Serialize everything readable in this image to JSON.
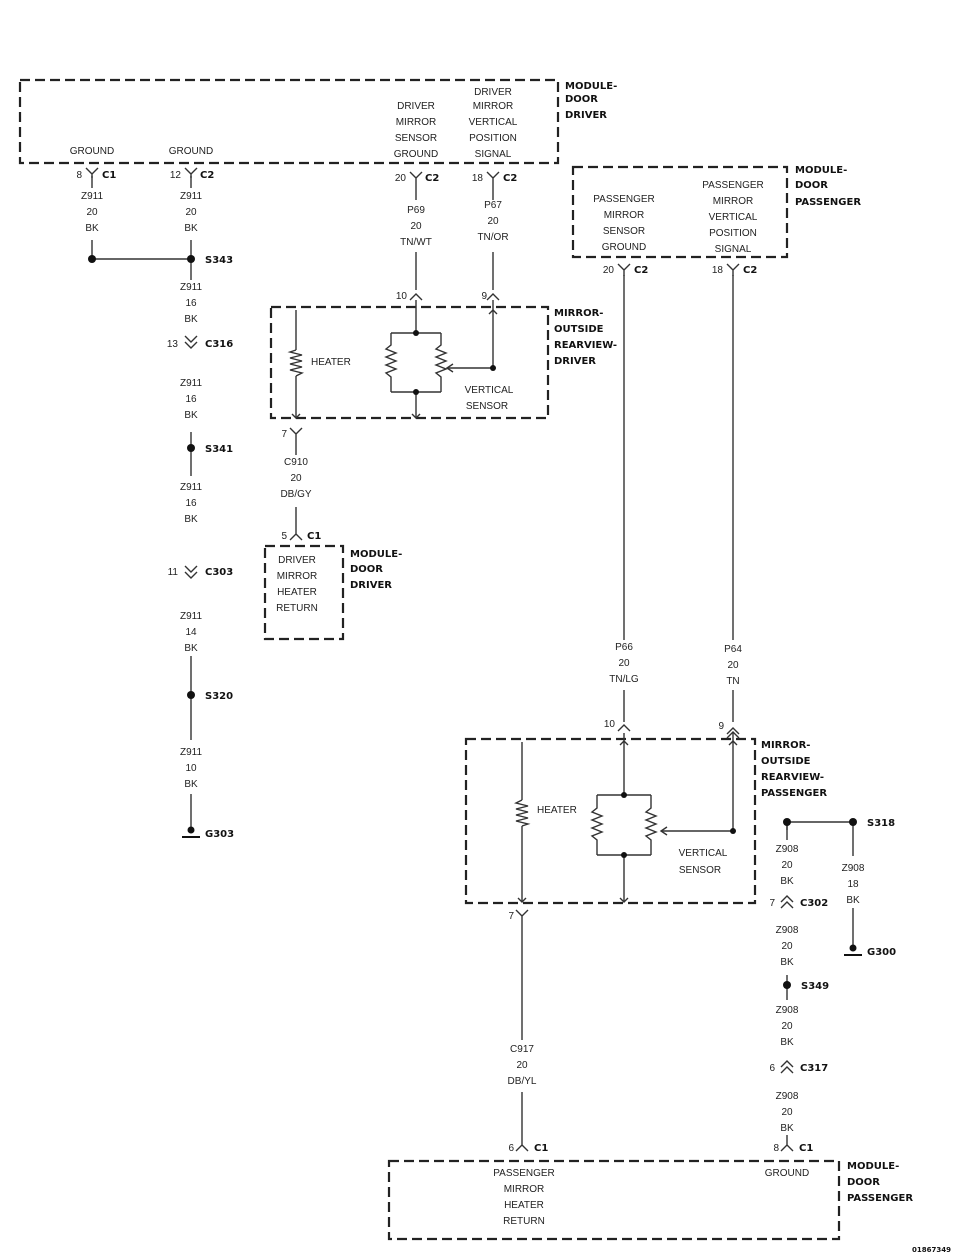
{
  "modules": {
    "door_driver_top": {
      "title": [
        "MODULE-",
        "DOOR",
        "DRIVER"
      ],
      "pins": {
        "ground1": "GROUND",
        "ground2": "GROUND",
        "sensor_ground": [
          "DRIVER",
          "MIRROR",
          "SENSOR",
          "GROUND"
        ],
        "vertical_signal": [
          "DRIVER",
          "MIRROR",
          "VERTICAL",
          "POSITION",
          "SIGNAL"
        ]
      }
    },
    "door_passenger_top": {
      "title": [
        "MODULE-",
        "DOOR",
        "PASSENGER"
      ],
      "pins": {
        "sensor_ground": [
          "PASSENGER",
          "MIRROR",
          "SENSOR",
          "GROUND"
        ],
        "vertical_signal": [
          "PASSENGER",
          "MIRROR",
          "VERTICAL",
          "POSITION",
          "SIGNAL"
        ]
      }
    },
    "door_driver_heater": {
      "title": [
        "MODULE-",
        "DOOR",
        "DRIVER"
      ],
      "pins": {
        "heater_return": [
          "DRIVER",
          "MIRROR",
          "HEATER",
          "RETURN"
        ]
      }
    },
    "door_passenger_bottom": {
      "title": [
        "MODULE-",
        "DOOR",
        "PASSENGER"
      ],
      "pins": {
        "heater_return": [
          "PASSENGER",
          "MIRROR",
          "HEATER",
          "RETURN"
        ],
        "ground": "GROUND"
      }
    }
  },
  "mirrors": {
    "driver": {
      "title": [
        "MIRROR-",
        "OUTSIDE",
        "REARVIEW-",
        "DRIVER"
      ],
      "heater": "HEATER",
      "sensor": [
        "VERTICAL",
        "SENSOR"
      ],
      "pins": {
        "sensor_ground": "10",
        "signal": "9",
        "heater": "7"
      }
    },
    "passenger": {
      "title": [
        "MIRROR-",
        "OUTSIDE",
        "REARVIEW-",
        "PASSENGER"
      ],
      "heater": "HEATER",
      "sensor": [
        "VERTICAL",
        "SENSOR"
      ],
      "pins": {
        "sensor_ground": "10",
        "signal": "9",
        "heater": "7"
      }
    }
  },
  "connectors": {
    "c1_8": {
      "pin": "8",
      "name": "C1"
    },
    "c2_12": {
      "pin": "12",
      "name": "C2"
    },
    "c2_20_driver": {
      "pin": "20",
      "name": "C2"
    },
    "c2_18_driver": {
      "pin": "18",
      "name": "C2"
    },
    "c2_20_pass": {
      "pin": "20",
      "name": "C2"
    },
    "c2_18_pass": {
      "pin": "18",
      "name": "C2"
    },
    "c316": {
      "pin": "13",
      "name": "C316"
    },
    "c303": {
      "pin": "11",
      "name": "C303"
    },
    "c1_5": {
      "pin": "5",
      "name": "C1"
    },
    "c302": {
      "pin": "7",
      "name": "C302"
    },
    "c317": {
      "pin": "6",
      "name": "C317"
    },
    "c1_6": {
      "pin": "6",
      "name": "C1"
    },
    "c1_8b": {
      "pin": "8",
      "name": "C1"
    }
  },
  "splices": {
    "s343": "S343",
    "s341": "S341",
    "s320": "S320",
    "s318": "S318",
    "s349": "S349"
  },
  "grounds": {
    "g303": "G303",
    "g300": "G300"
  },
  "wires": {
    "w1": [
      "Z911",
      "20",
      "BK"
    ],
    "w2": [
      "Z911",
      "20",
      "BK"
    ],
    "w3": [
      "Z911",
      "16",
      "BK"
    ],
    "w4": [
      "Z911",
      "16",
      "BK"
    ],
    "w5": [
      "Z911",
      "16",
      "BK"
    ],
    "w6": [
      "Z911",
      "14",
      "BK"
    ],
    "w7": [
      "Z911",
      "10",
      "BK"
    ],
    "p69": [
      "P69",
      "20",
      "TN/WT"
    ],
    "p67": [
      "P67",
      "20",
      "TN/OR"
    ],
    "c910": [
      "C910",
      "20",
      "DB/GY"
    ],
    "p66": [
      "P66",
      "20",
      "TN/LG"
    ],
    "p64": [
      "P64",
      "20",
      "TN"
    ],
    "c917": [
      "C917",
      "20",
      "DB/YL"
    ],
    "z908a": [
      "Z908",
      "20",
      "BK"
    ],
    "z908b": [
      "Z908",
      "20",
      "BK"
    ],
    "z908c": [
      "Z908",
      "20",
      "BK"
    ],
    "z908d": [
      "Z908",
      "20",
      "BK"
    ],
    "z908g": [
      "Z908",
      "18",
      "BK"
    ]
  },
  "figure_id": "01867349"
}
